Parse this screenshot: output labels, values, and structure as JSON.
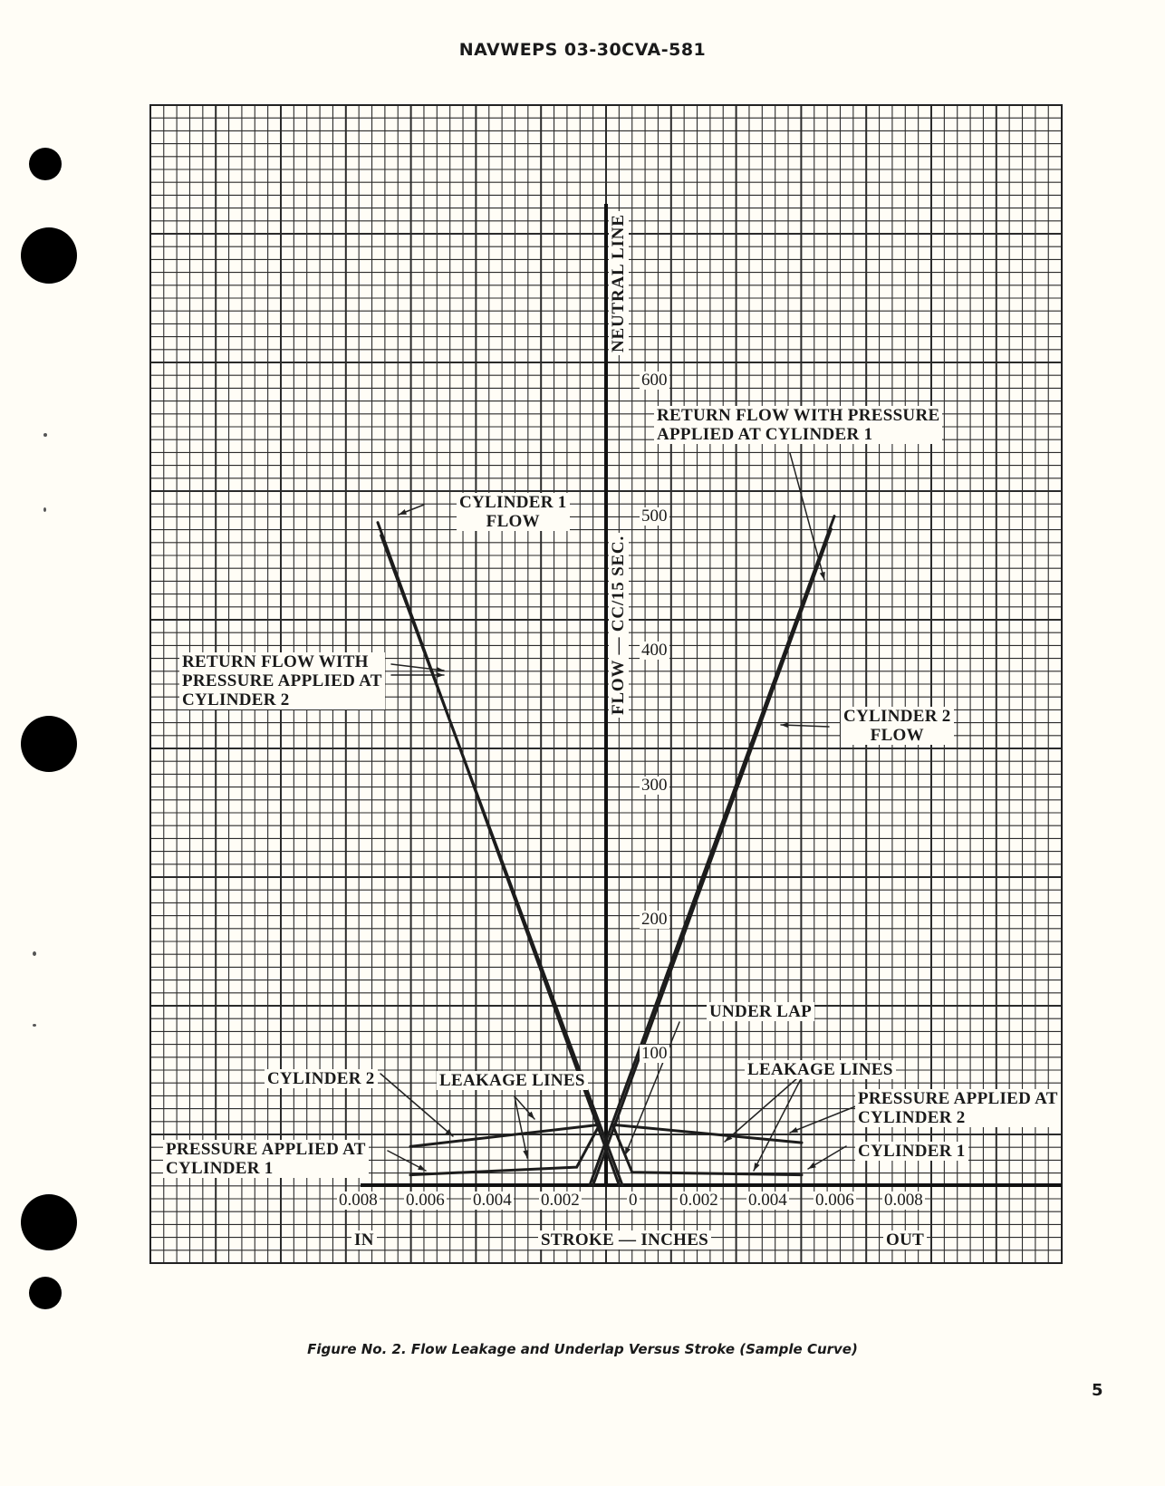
{
  "page": {
    "header": "NAVWEPS 03-30CVA-581",
    "caption": "Figure No. 2. Flow Leakage and Underlap Versus Stroke (Sample Curve)",
    "page_number": "5"
  },
  "chart_data": {
    "type": "line",
    "title": "Flow Leakage and Underlap Versus Stroke (Sample Curve)",
    "xlabel": "STROKE — INCHES",
    "ylabel": "FLOW — CC/15 SEC.",
    "x_direction_labels": {
      "left": "IN",
      "right": "OUT"
    },
    "x_ticks": [
      "0.008",
      "0.006",
      "0.004",
      "0.002",
      "0",
      "0.002",
      "0.004",
      "0.006",
      "0.008"
    ],
    "y_ticks": [
      "100",
      "200",
      "300",
      "400",
      "500",
      "600"
    ],
    "xlim": [
      -0.008,
      0.008
    ],
    "ylim": [
      0,
      600
    ],
    "grid": true,
    "neutral_line_label": "NEUTRAL LINE",
    "series": [
      {
        "name": "Cylinder 1 Flow",
        "x": [
          -0.007,
          0.0004
        ],
        "y": [
          515,
          0
        ]
      },
      {
        "name": "Return Flow with Pressure Applied at Cylinder 2",
        "x": [
          -0.0069,
          0.0005
        ],
        "y": [
          505,
          0
        ]
      },
      {
        "name": "Cylinder 2 Flow",
        "x": [
          -0.0004,
          0.0069
        ],
        "y": [
          0,
          510
        ]
      },
      {
        "name": "Return Flow with Pressure Applied at Cylinder 1",
        "x": [
          -0.0005,
          0.007
        ],
        "y": [
          0,
          520
        ]
      },
      {
        "name": "Leakage Line - Cylinder 2 (pressure at cylinder 1 side)",
        "x": [
          -0.006,
          -0.0002
        ],
        "y": [
          30,
          47
        ]
      },
      {
        "name": "Leakage Line - Pressure Applied at Cylinder 1",
        "x": [
          -0.006,
          -0.0009,
          -0.0002
        ],
        "y": [
          8,
          14,
          47
        ]
      },
      {
        "name": "Leakage Line - Pressure Applied at Cylinder 2",
        "x": [
          0.0002,
          0.006
        ],
        "y": [
          47,
          33
        ]
      },
      {
        "name": "Leakage Line - Cylinder 1",
        "x": [
          0.0002,
          0.0008,
          0.006
        ],
        "y": [
          47,
          10,
          8
        ]
      }
    ],
    "annotations": [
      "CYLINDER 1 FLOW",
      "RETURN FLOW WITH PRESSURE APPLIED AT CYLINDER 2",
      "RETURN FLOW WITH PRESSURE APPLIED AT CYLINDER 1",
      "CYLINDER 2 FLOW",
      "UNDER LAP",
      "CYLINDER 2",
      "LEAKAGE LINES",
      "LEAKAGE LINES",
      "PRESSURE APPLIED AT CYLINDER 1",
      "PRESSURE APPLIED AT CYLINDER 2",
      "CYLINDER 1"
    ]
  },
  "labels": {
    "neutral_line": "NEUTRAL LINE",
    "ylabel": "FLOW — CC/15 SEC.",
    "xlabel": "STROKE — INCHES",
    "in": "IN",
    "out": "OUT",
    "cyl1_flow_l1": "CYLINDER 1",
    "cyl1_flow_l2": "FLOW",
    "ret2_l1": "RETURN FLOW WITH",
    "ret2_l2": "PRESSURE APPLIED AT",
    "ret2_l3": "CYLINDER 2",
    "ret1_l1": "RETURN FLOW WITH PRESSURE",
    "ret1_l2": "APPLIED AT CYLINDER 1",
    "cyl2_flow_l1": "CYLINDER 2",
    "cyl2_flow_l2": "FLOW",
    "under_lap": "UNDER LAP",
    "cyl2_left": "CYLINDER 2",
    "leak_left": "LEAKAGE LINES",
    "leak_right": "LEAKAGE LINES",
    "pa1_l1": "PRESSURE APPLIED AT",
    "pa1_l2": "CYLINDER 1",
    "pa2_l1": "PRESSURE APPLIED AT",
    "pa2_l2": "CYLINDER 2",
    "cyl1_right": "CYLINDER 1"
  },
  "ticks": {
    "y": [
      "600",
      "500",
      "400",
      "300",
      "200",
      "100"
    ],
    "x": [
      "0.008",
      "0.006",
      "0.004",
      "0.002",
      "0",
      "0.002",
      "0.004",
      "0.006",
      "0.008"
    ]
  }
}
